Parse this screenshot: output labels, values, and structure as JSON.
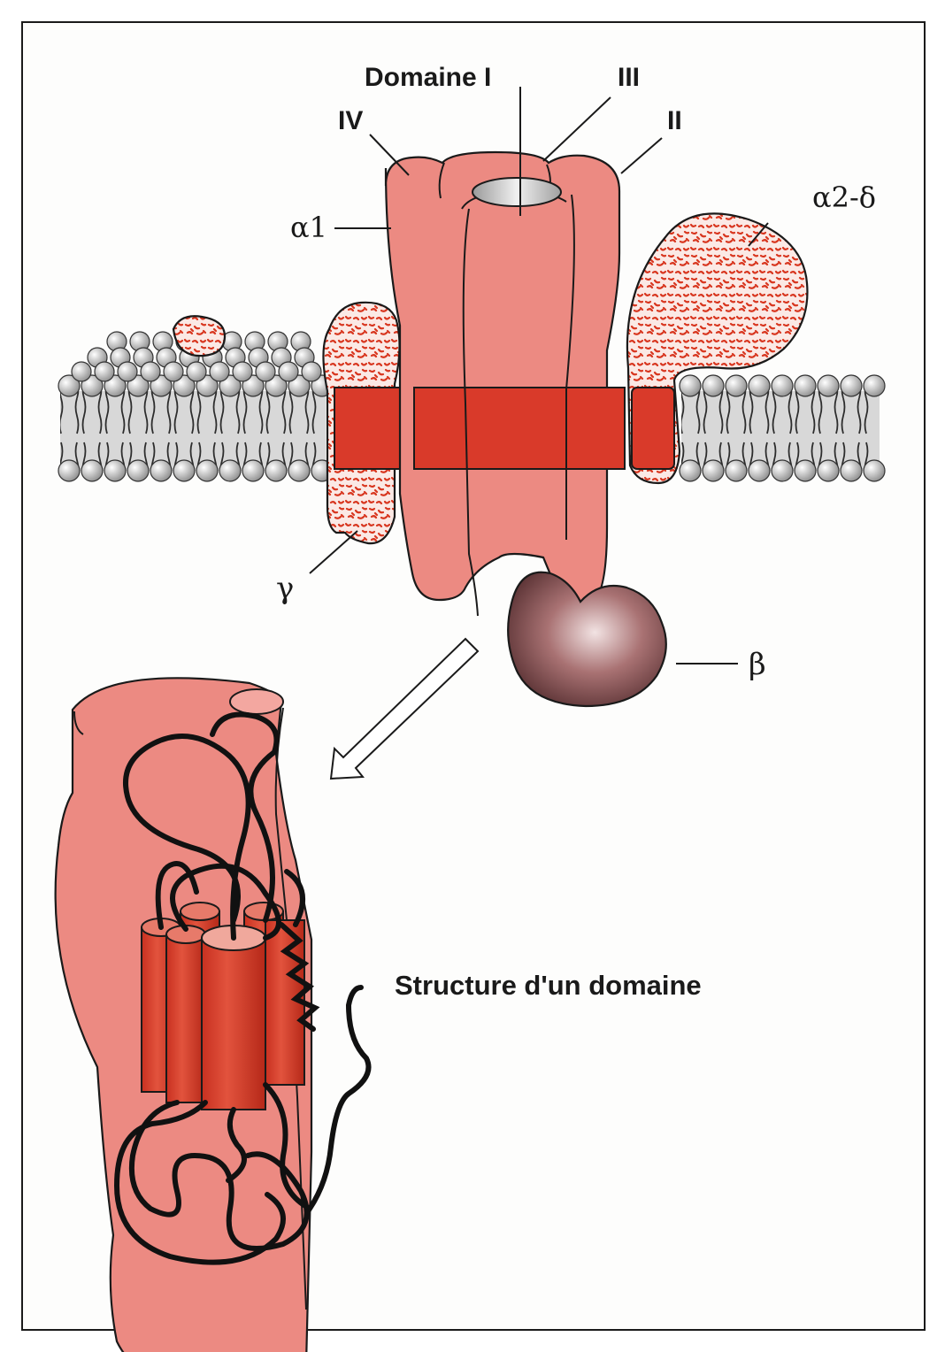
{
  "labels": {
    "domain_1": "Domaine I",
    "domain_3": "III",
    "domain_4": "IV",
    "domain_2": "II",
    "alpha1": "α1",
    "alpha2_delta": "α2-δ",
    "gamma": "γ",
    "beta": "β",
    "domain_structure": "Structure d'un domaine"
  },
  "colors": {
    "channel_fill": "#ec8a82",
    "membrane_band": "#d93a2a",
    "subunit_speckle": "#d8361f",
    "beta_fill": "#8c5a5c",
    "lipid_head": "#d9d9d9"
  }
}
